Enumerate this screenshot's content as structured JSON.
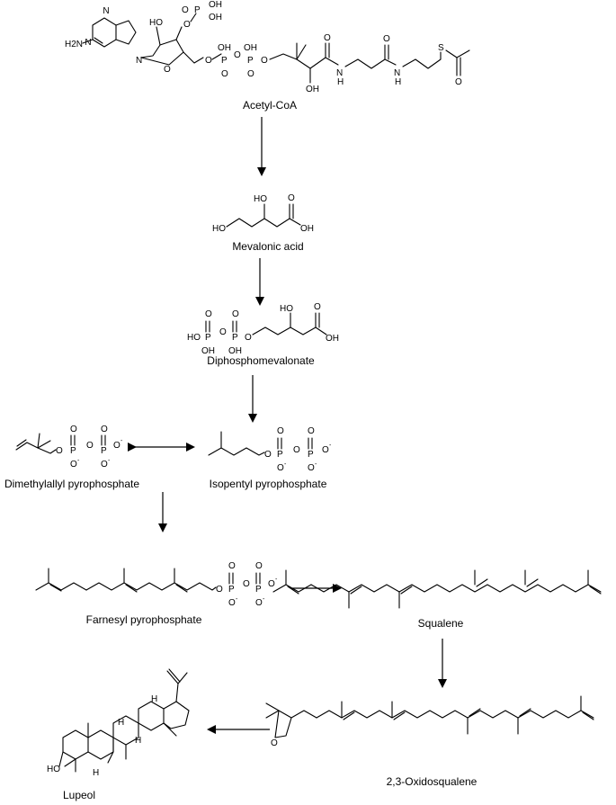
{
  "compounds": {
    "acetyl_coa": "Acetyl-CoA",
    "mevalonic_acid": "Mevalonic acid",
    "diphosphomevalonate": "Diphosphomevalonate",
    "dimethylallyl_pp": "Dimethylallyl pyrophosphate",
    "isopentyl_pp": "Isopentyl pyrophosphate",
    "farnesyl_pp": "Farnesyl pyrophosphate",
    "squalene": "Squalene",
    "oxidosqualene": "2,3-Oxidosqualene",
    "lupeol": "Lupeol"
  },
  "atoms": {
    "P": "P",
    "O": "O",
    "OH": "OH",
    "HO": "HO",
    "H2N": "H2N",
    "N": "N",
    "NH": "H",
    "S": "S",
    "H": "H",
    "minus": "-",
    "two": "2"
  }
}
